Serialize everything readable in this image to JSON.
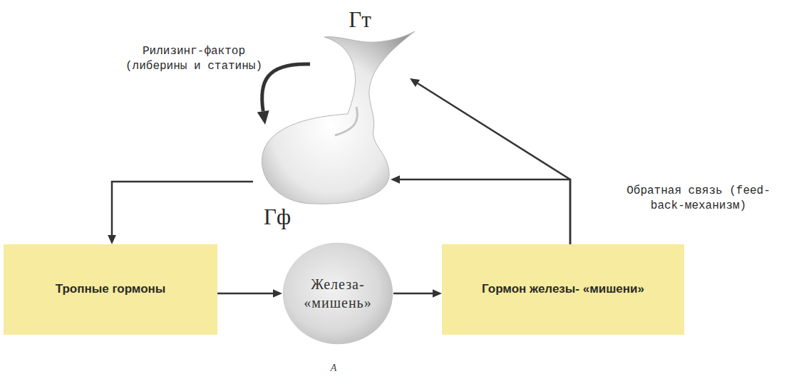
{
  "diagram": {
    "nodes": [
      {
        "text": [
          "Гт"
        ]
      },
      {
        "text": [
          "Гф"
        ]
      },
      {
        "text": [
          "Тропные гормоны"
        ]
      },
      {
        "text": [
          "Железа- «мишень»"
        ]
      },
      {
        "text": [
          "Гормон железы- «мишени»"
        ]
      }
    ],
    "edges": [
      {
        "from": 0,
        "to": 1,
        "arrow": "to",
        "label": "Рилизинг-фактор (либерины и статины)"
      },
      {
        "from": 1,
        "to": 2,
        "arrow": "to"
      },
      {
        "from": 2,
        "to": 3,
        "arrow": "to"
      },
      {
        "from": 3,
        "to": 4,
        "arrow": "to"
      },
      {
        "from": 4,
        "to": 1,
        "arrow": "to"
      },
      {
        "from": 4,
        "to": 0,
        "arrow": "to"
      }
    ],
    "labels": [
      "Обратная связь (feed-back-механизм)",
      "А"
    ]
  }
}
